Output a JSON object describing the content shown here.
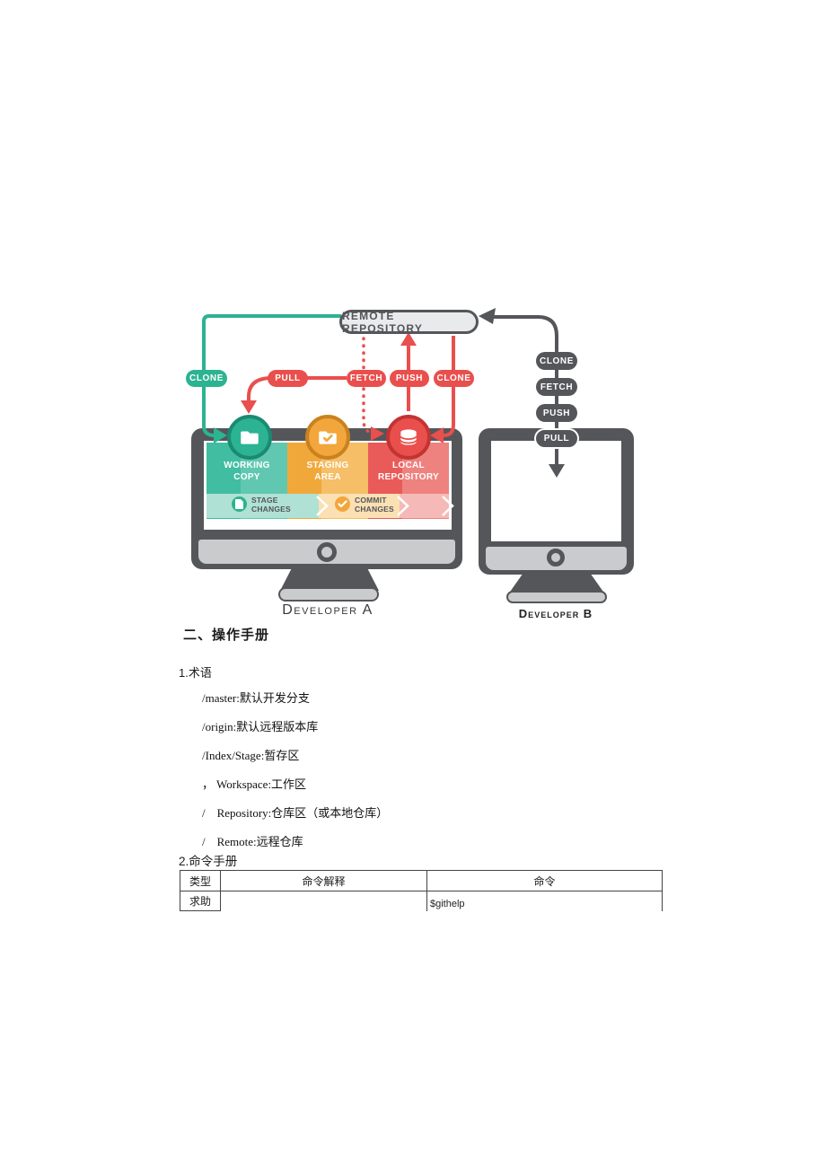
{
  "diagram": {
    "remote_label": "REMOTE REPOSITORY",
    "badges": {
      "clone_left": "CLONE",
      "pull": "PULL",
      "fetch": "FETCH",
      "push": "PUSH",
      "clone_right": "CLONE"
    },
    "right_badges": {
      "clone": "CLONE",
      "fetch": "FETCH",
      "push": "PUSH",
      "pull": "PULL"
    },
    "monitor_a": {
      "working_copy": "WORKING COPY",
      "staging_area": "STAGING AREA",
      "local_repository": "LOCAL REPOSITORY",
      "stage_changes": "STAGE CHANGES",
      "commit_changes": "COMMIT CHANGES",
      "caption": "Developer A"
    },
    "monitor_b": {
      "caption": "Developer B"
    },
    "colors": {
      "teal": "#2CB391",
      "red": "#E94F4D",
      "orange": "#F2A63B",
      "dark_gray": "#55565A"
    }
  },
  "sections": {
    "heading": "二、操作手册",
    "terms_title": "1.术语",
    "commands_title": "2.命令手册"
  },
  "terms": {
    "items": [
      "/master:默认开发分支",
      "/origin:默认远程版本库",
      "/Index/Stage:暂存区",
      "， Workspace:工作区",
      "/    Repository:仓库区（或本地仓库）",
      "/    Remote:远程仓库"
    ]
  },
  "table": {
    "headers": [
      "类型",
      "命令解释",
      "命令"
    ],
    "rows": [
      {
        "type": "求助",
        "explanation": "",
        "command": "$githelp"
      }
    ]
  }
}
